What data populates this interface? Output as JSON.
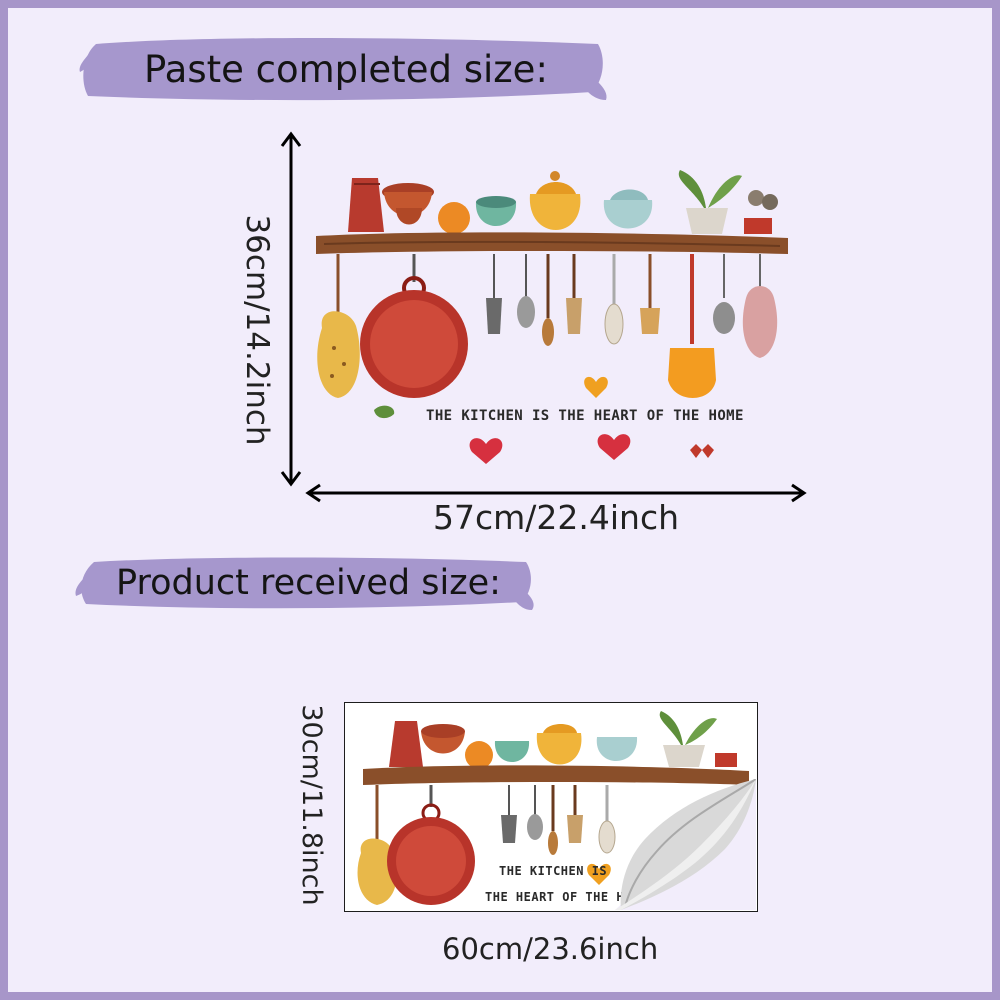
{
  "labels": {
    "paste_title": "Paste completed size:",
    "received_title": "Product received size:",
    "paste_height": "36cm/14.2inch",
    "paste_width": "57cm/22.4inch",
    "received_height": "30cm/11.8inch",
    "received_width": "60cm/23.6inch"
  },
  "decal": {
    "caption_line": "THE KITCHEN IS THE HEART OF THE HOME",
    "caption_part1": "THE KITCHEN IS",
    "caption_part2": "THE HEART OF THE HOME"
  },
  "colors": {
    "frame": "#a796c9",
    "background": "#f2edfb",
    "banner": "#a697cd",
    "wood": "#8a4f2a",
    "pot_red": "#c0392b",
    "heart_red": "#d6303f",
    "heart_orange": "#f0a020"
  },
  "icons": [
    "arrow-vertical-icon",
    "arrow-horizontal-icon",
    "shelf-illustration",
    "peeled-corner-icon"
  ]
}
